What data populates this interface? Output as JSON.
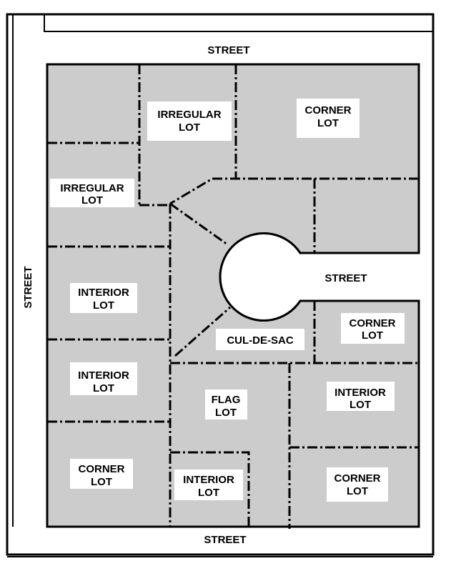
{
  "colors": {
    "lot_fill": "#cccccc",
    "street": "#ffffff",
    "line": "#000000",
    "label_bg": "#ffffff"
  },
  "streets": {
    "top": "STREET",
    "left": "STREET",
    "bottom": "STREET",
    "cul_de_sac_street": "STREET"
  },
  "lots": [
    {
      "line1": "IRREGULAR",
      "line2": "LOT"
    },
    {
      "line1": "CORNER",
      "line2": "LOT"
    },
    {
      "line1": "IRREGULAR",
      "line2": "LOT"
    },
    {
      "line1": "INTERIOR",
      "line2": "LOT"
    },
    {
      "line1": "CUL-DE-SAC",
      "line2": ""
    },
    {
      "line1": "CORNER",
      "line2": "LOT"
    },
    {
      "line1": "INTERIOR",
      "line2": "LOT"
    },
    {
      "line1": "FLAG",
      "line2": "LOT"
    },
    {
      "line1": "INTERIOR",
      "line2": "LOT"
    },
    {
      "line1": "CORNER",
      "line2": "LOT"
    },
    {
      "line1": "INTERIOR",
      "line2": "LOT"
    },
    {
      "line1": "CORNER",
      "line2": "LOT"
    }
  ]
}
